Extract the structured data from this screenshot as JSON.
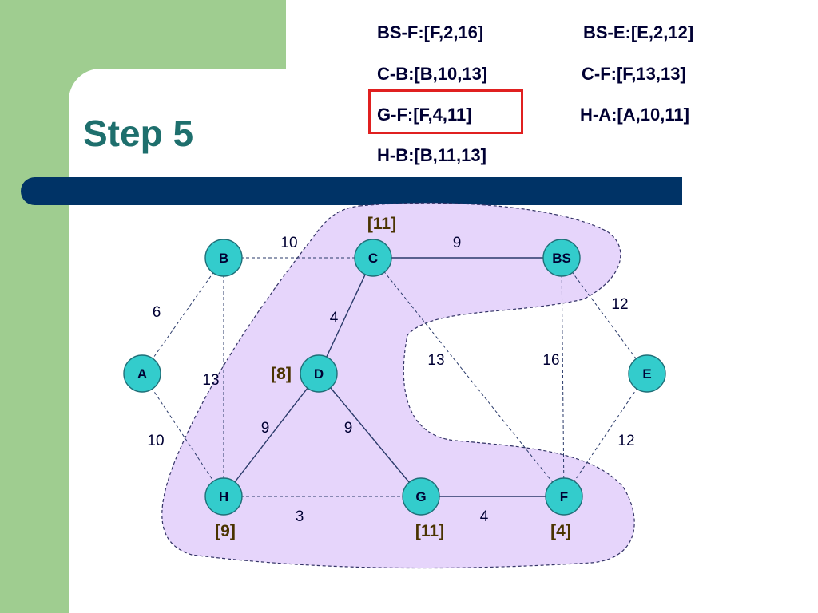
{
  "slide": {
    "title": "Step 5",
    "labels": [
      {
        "text": "BS-F:[F,2,16]"
      },
      {
        "text": "BS-E:[E,2,12]"
      },
      {
        "text": "C-B:[B,10,13]"
      },
      {
        "text": "C-F:[F,13,13]"
      },
      {
        "text": "G-F:[F,4,11]",
        "highlighted": true
      },
      {
        "text": "H-A:[A,10,11]"
      },
      {
        "text": "H-B:[B,11,13]"
      }
    ]
  },
  "colors": {
    "green": "#9fcd90",
    "navy": "#003366",
    "title": "#1e6f6d",
    "node_fill": "#33cccc",
    "region_fill": "#e6d5fb",
    "highlight": "#e02020"
  },
  "graph": {
    "nodes": [
      {
        "id": "B",
        "label": "B"
      },
      {
        "id": "C",
        "label": "C"
      },
      {
        "id": "BS",
        "label": "BS"
      },
      {
        "id": "A",
        "label": "A"
      },
      {
        "id": "D",
        "label": "D"
      },
      {
        "id": "E",
        "label": "E"
      },
      {
        "id": "H",
        "label": "H"
      },
      {
        "id": "G",
        "label": "G"
      },
      {
        "id": "F",
        "label": "F"
      }
    ],
    "edges": [
      {
        "from": "B",
        "to": "C",
        "weight": "10",
        "style": "dashed"
      },
      {
        "from": "C",
        "to": "BS",
        "weight": "9",
        "style": "solid"
      },
      {
        "from": "B",
        "to": "A",
        "weight": "6",
        "style": "dashed"
      },
      {
        "from": "B",
        "to": "H",
        "weight": "13",
        "style": "dashed"
      },
      {
        "from": "C",
        "to": "D",
        "weight": "4",
        "style": "solid"
      },
      {
        "from": "C",
        "to": "F",
        "weight": "13",
        "style": "dashed"
      },
      {
        "from": "BS",
        "to": "F",
        "weight": "16",
        "style": "dashed"
      },
      {
        "from": "BS",
        "to": "E",
        "weight": "12",
        "style": "dashed"
      },
      {
        "from": "A",
        "to": "H",
        "weight": "10",
        "style": "dashed"
      },
      {
        "from": "D",
        "to": "H",
        "weight": "9",
        "style": "solid"
      },
      {
        "from": "D",
        "to": "G",
        "weight": "9",
        "style": "solid"
      },
      {
        "from": "H",
        "to": "G",
        "weight": "3",
        "style": "dashed"
      },
      {
        "from": "G",
        "to": "F",
        "weight": "4",
        "style": "solid"
      },
      {
        "from": "E",
        "to": "F",
        "weight": "12",
        "style": "dashed"
      }
    ],
    "distances": [
      {
        "node": "C",
        "text": "[11]"
      },
      {
        "node": "D",
        "text": "[8]"
      },
      {
        "node": "H",
        "text": "[9]"
      },
      {
        "node": "G",
        "text": "[11]"
      },
      {
        "node": "F",
        "text": "[4]"
      }
    ]
  }
}
